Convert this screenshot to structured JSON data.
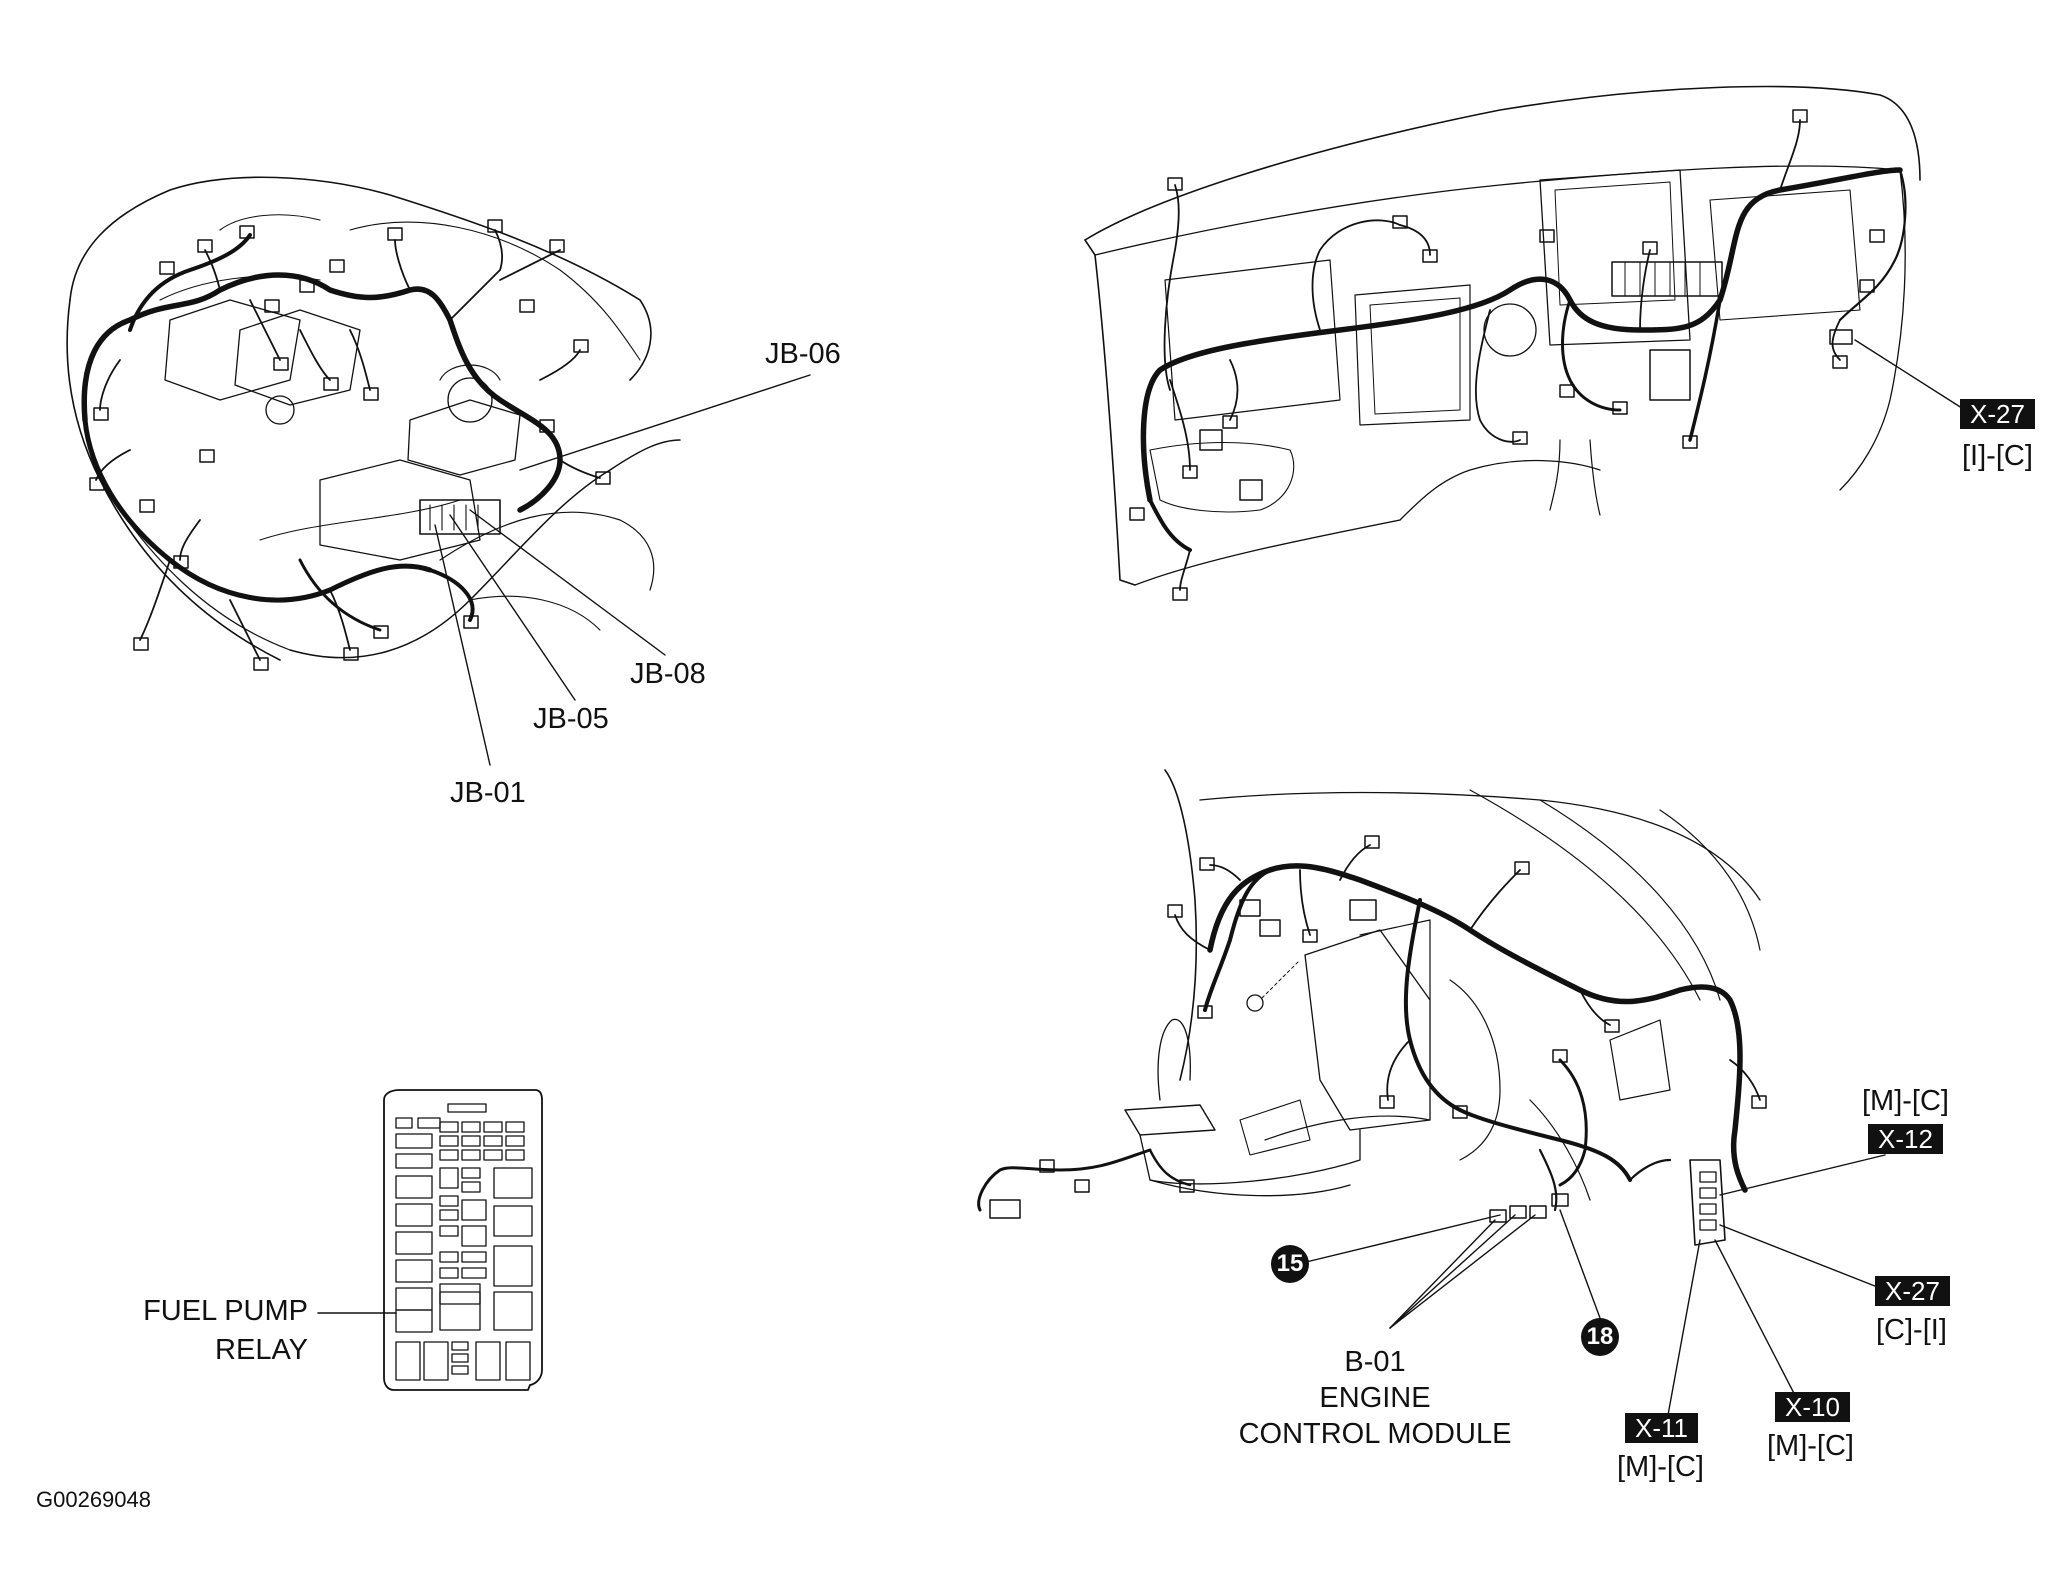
{
  "engine_bay": {
    "callouts": [
      "JB-06",
      "JB-08",
      "JB-05",
      "JB-01"
    ]
  },
  "fuse_box": {
    "label_line1": "FUEL PUMP",
    "label_line2": "RELAY"
  },
  "dashboard": {
    "connector": "X-27",
    "grid_ref": "[I]-[C]"
  },
  "floor_console": {
    "x12": {
      "connector": "X-12",
      "grid_ref": "[M]-[C]"
    },
    "x27": {
      "connector": "X-27",
      "grid_ref": "[C]-[I]"
    },
    "x10": {
      "connector": "X-10",
      "grid_ref": "[M]-[C]"
    },
    "x11": {
      "connector": "X-11",
      "grid_ref": "[M]-[C]"
    },
    "pin_15": "15",
    "pin_18": "18",
    "ecm_line1": "B-01",
    "ecm_line2": "ENGINE",
    "ecm_line3": "CONTROL MODULE"
  },
  "figure_id": "G00269048",
  "colors": {
    "ink": "#111111",
    "paper": "#ffffff"
  }
}
